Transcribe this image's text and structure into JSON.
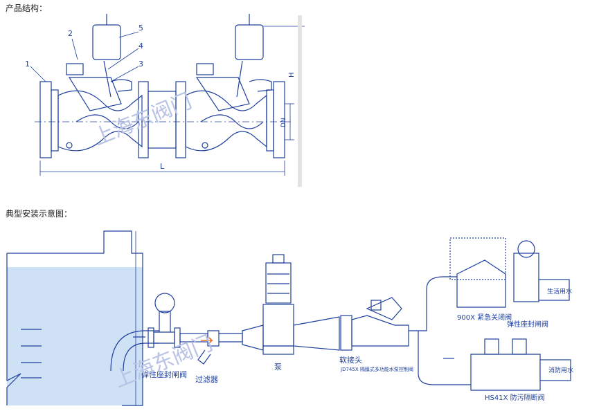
{
  "section1": {
    "title": "产品结构："
  },
  "structure": {
    "part_numbers": [
      "1",
      "2",
      "3",
      "4",
      "5"
    ],
    "dim_H": "H",
    "dim_DN": "DN",
    "dim_L": "L"
  },
  "section2": {
    "title": "典型安装示意图："
  },
  "install": {
    "gate_valve_label": "弹性座封闸阀",
    "filter_label": "过滤器",
    "pump_label": "泵",
    "hose_label": "软接头",
    "control_valve_label": "JD745X 隔膜式多功能水泵控制阀",
    "emergency_valve_label": "900X 紧急关闭阀",
    "gate_valve_top_label": "弹性座封闸阀",
    "backflow_label": "HS41X 防污隔断阀",
    "domestic_water_label": "生活用水",
    "fire_water_label": "消防用水"
  },
  "watermark": "上海东阀门",
  "colors": {
    "line": "#1d3f9e",
    "water": "#cfe1f4",
    "accent": "#e8702a"
  }
}
